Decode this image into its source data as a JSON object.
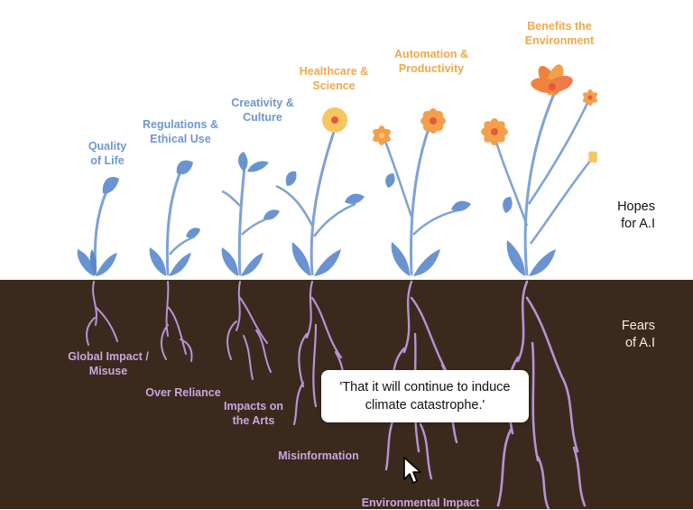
{
  "hopes": [
    {
      "label": "Quality\nof Life",
      "warm": false
    },
    {
      "label": "Regulations &\nEthical Use",
      "warm": false
    },
    {
      "label": "Creativity &\nCulture",
      "warm": false
    },
    {
      "label": "Healthcare &\nScience",
      "warm": true
    },
    {
      "label": "Automation &\nProductivity",
      "warm": true
    },
    {
      "label": "Benefits the\nEnvironment",
      "warm": true
    }
  ],
  "fears": [
    {
      "label": "Global Impact /\nMisuse"
    },
    {
      "label": "Over Reliance"
    },
    {
      "label": "Impacts on\nthe Arts"
    },
    {
      "label": "Misinformation"
    },
    {
      "label": "Environmental Impact"
    }
  ],
  "side_labels": {
    "hopes": "Hopes\nfor A.I",
    "fears": "Fears\nof A.I"
  },
  "tooltip": {
    "text": "'That it will continue to induce climate catastrophe.'"
  },
  "colors": {
    "stem": "#7ea2d6",
    "leaf": "#6a93d2",
    "root": "#b892d4",
    "petal": "#f4a04a",
    "petal_red": "#ef7a4a",
    "bud": "#f6c661",
    "center": "#e8573a",
    "soil": "#3a2a1d"
  }
}
